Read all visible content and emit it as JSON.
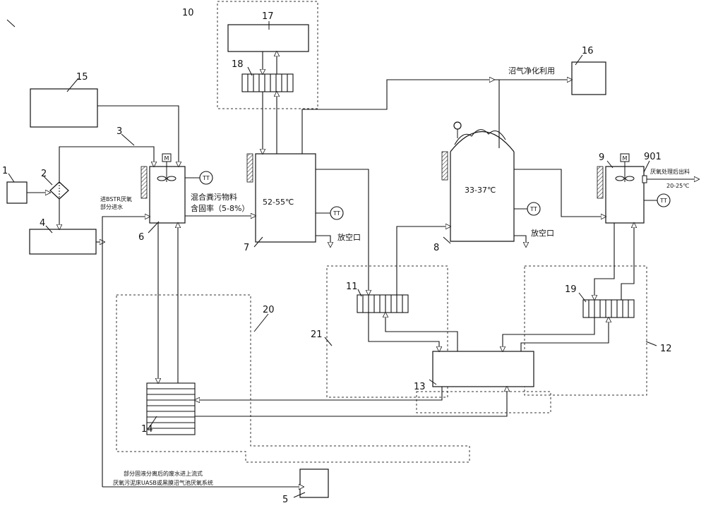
{
  "numbers": {
    "n1": "1",
    "n2": "2",
    "n3": "3",
    "n4": "4",
    "n5": "5",
    "n6": "6",
    "n7": "7",
    "n8": "8",
    "n9": "9",
    "n10": "10",
    "n11": "11",
    "n12": "12",
    "n13": "13",
    "n14": "14",
    "n15": "15",
    "n16": "16",
    "n17": "17",
    "n18": "18",
    "n19": "19",
    "n20": "20",
    "n21": "21",
    "n901": "901"
  },
  "labels": {
    "biogas": "沼气净化利用",
    "mixed_line1": "混合粪污物料",
    "mixed_line2": "含固率（5-8%）",
    "inlet_line1": "进BSTR厌氧",
    "inlet_line2": "部分进水",
    "temp_7": "52-55℃",
    "temp_8": "33-37℃",
    "vent_7": "放空口",
    "vent_8": "放空口",
    "outlet": "厌氧处理后出料",
    "outlet_temp": "20-25℃",
    "bottom_line1": "部分固液分离后的废水进上流式",
    "bottom_line2": "厌氧污泥床UASB或黑膜沼气池厌氧系统",
    "motor": "M",
    "thermo": "TT"
  }
}
